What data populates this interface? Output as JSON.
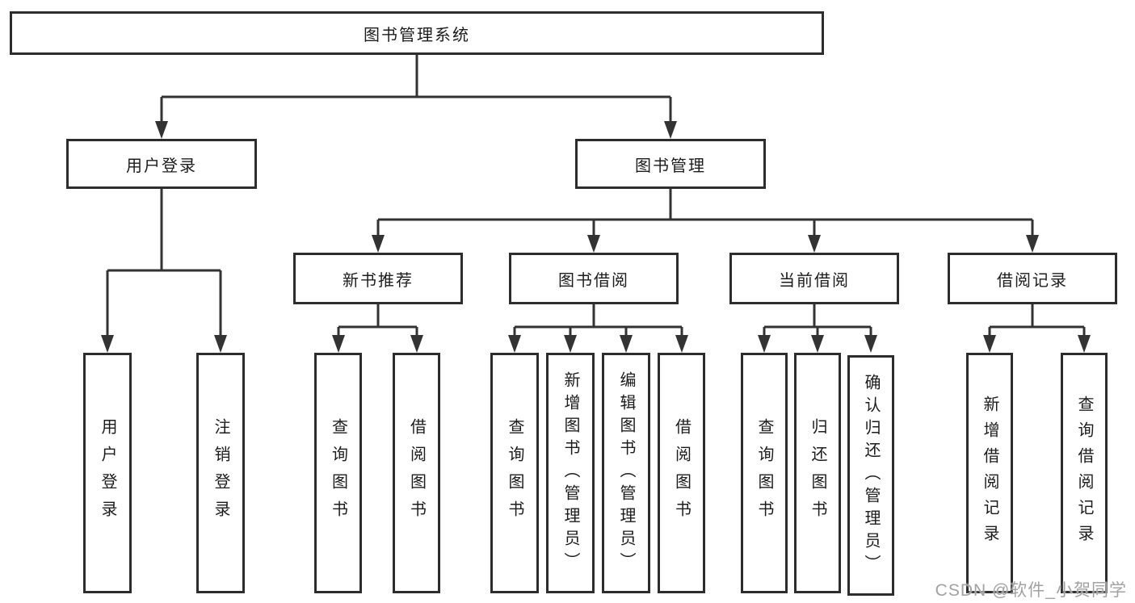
{
  "tree": {
    "root": "图书管理系统",
    "level2": {
      "user_login": "用户登录",
      "book_mgmt": "图书管理"
    },
    "level3": {
      "new_books": "新书推荐",
      "book_borrow": "图书借阅",
      "current_borrow": "当前借阅",
      "borrow_records": "借阅记录"
    },
    "leaves": {
      "login": "用户登录",
      "logout": "注销登录",
      "new_query": "查询图书",
      "new_borrow": "借阅图书",
      "bb_query": "查询图书",
      "bb_add": "新增图书（管理员）",
      "bb_edit": "编辑图书（管理员）",
      "bb_borrow": "借阅图书",
      "cb_query": "查询图书",
      "cb_return": "归还图书",
      "cb_confirm": "确认归还（管理员）",
      "rec_add": "新增借阅记录",
      "rec_query": "查询借阅记录"
    }
  },
  "watermark": "CSDN @软件_小贺同学",
  "colors": {
    "line": "#333333",
    "box_border": "#2d2d2d",
    "text": "#1c1c1c",
    "watermark": "#a2a2a2",
    "background": "#ffffff"
  }
}
